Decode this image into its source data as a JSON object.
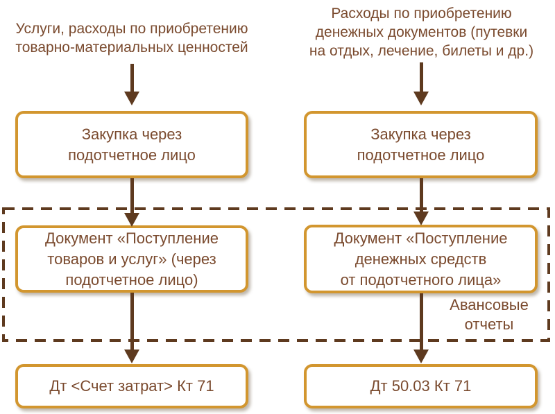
{
  "theme": {
    "text_color": "#7a4a2e",
    "arrow_color": "#5e3a1f",
    "border_color": "#d2962f",
    "bg_color": "#ffffff"
  },
  "columns": {
    "left": {
      "source_label": {
        "lines": [
          "Услуги, расходы по приобретению",
          "товарно-материальных ценностей"
        ]
      },
      "purchase_box": {
        "lines": [
          "Закупка через",
          "подотчетное лицо"
        ]
      },
      "document_box": {
        "lines": [
          "Документ «Поступление",
          "товаров и услуг» (через",
          "подотчетное лицо)"
        ]
      },
      "posting_box": {
        "text": "Дт <Счет затрат> Кт 71"
      }
    },
    "right": {
      "source_label": {
        "lines": [
          "Расходы по приобретению",
          "денежных документов (путевки",
          "на отдых, лечение, билеты и др.)"
        ]
      },
      "purchase_box": {
        "lines": [
          "Закупка через",
          "подотчетное лицо"
        ]
      },
      "document_box": {
        "lines": [
          "Документ «Поступление",
          "денежных средств",
          "от подотчетного лица»"
        ]
      },
      "posting_box": {
        "text": "Дт 50.03 Кт 71"
      }
    }
  },
  "group": {
    "label_lines": [
      "Авансовые",
      "отчеты"
    ]
  }
}
